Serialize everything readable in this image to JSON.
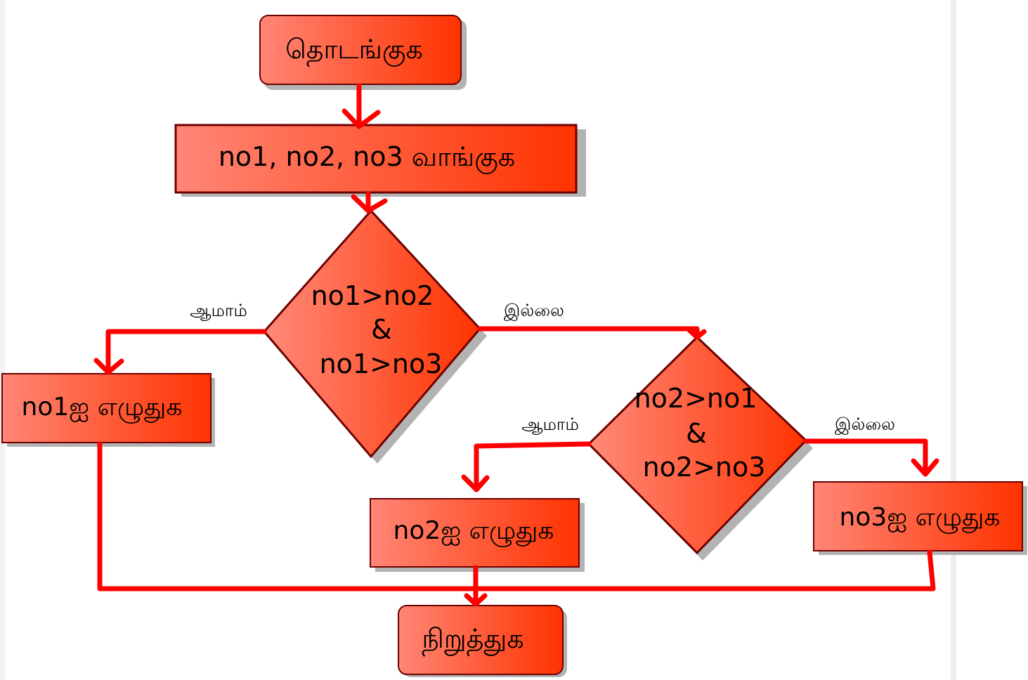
{
  "nodes": {
    "start": {
      "label": "தொடங்குக"
    },
    "input": {
      "label": "no1, no2, no3 வாங்குக"
    },
    "decision1": {
      "lines": [
        "no1>no2",
        "&",
        "no1>no3"
      ]
    },
    "output1": {
      "label": "no1ஐ எழுதுக"
    },
    "decision2": {
      "lines": [
        "no2>no1",
        "&",
        "no2>no3"
      ]
    },
    "output2": {
      "label": "no2ஐ எழுதுக"
    },
    "output3": {
      "label": "no3ஐ எழுதுக"
    },
    "stop": {
      "label": "நிறுத்துக"
    }
  },
  "edges": {
    "d1_yes": "ஆமாம்",
    "d1_no": "இல்லை",
    "d2_yes": "ஆமாம்",
    "d2_no": "இல்லை"
  },
  "colors": {
    "shape_fill_light": "#ff8a7a",
    "shape_fill_dark": "#ff3300",
    "shape_border": "#6e0000",
    "shadow": "#b3b3b3",
    "connector": "#ff0000",
    "panel_line": "#eeeeee"
  }
}
